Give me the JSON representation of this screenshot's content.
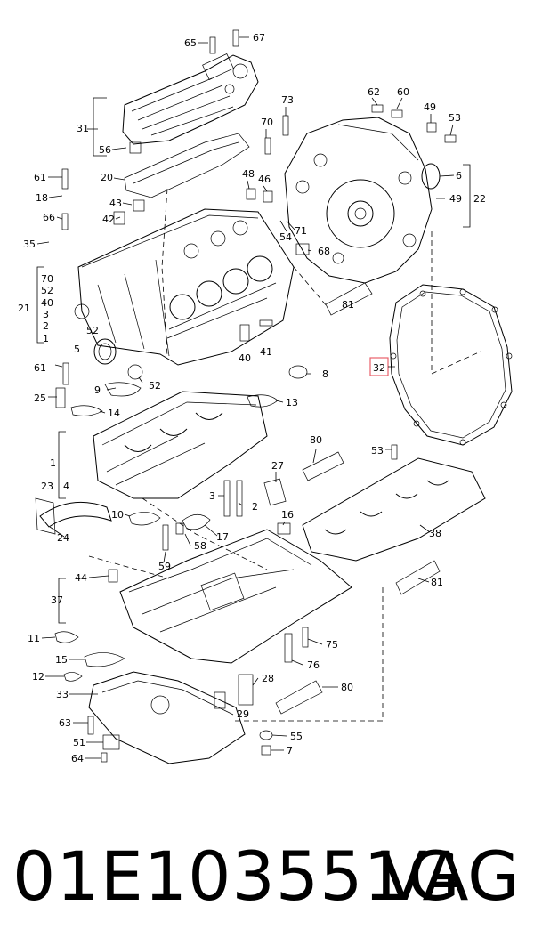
{
  "diagram": {
    "callouts": {
      "c65": "65",
      "c67": "67",
      "c31": "31",
      "c56": "56",
      "c73": "73",
      "c62": "62",
      "c60": "60",
      "c49a": "49",
      "c53a": "53",
      "c70a": "70",
      "c61a": "61",
      "c20": "20",
      "c48": "48",
      "c46": "46",
      "c18": "18",
      "c43": "43",
      "c42": "42",
      "c66": "66",
      "c35": "35",
      "c54": "54",
      "c71": "71",
      "c68": "68",
      "c6": "6",
      "c49b": "49",
      "c22": "22",
      "c70b": "70",
      "c52a": "52",
      "c40a": "40",
      "c3a": "3",
      "c2a": "2",
      "c1a": "1",
      "c21": "21",
      "c52b": "52",
      "c5a": "5",
      "c40b": "40",
      "c41": "41",
      "c81a": "81",
      "c61b": "61",
      "c8": "8",
      "c32": "32",
      "c9": "9",
      "c52c": "52",
      "c25": "25",
      "c14": "14",
      "c13": "13",
      "c80a": "80",
      "c53b": "53",
      "c1b": "1",
      "c4": "4",
      "c27": "27",
      "c3b": "3",
      "c2b": "2",
      "c23": "23",
      "c10": "10",
      "c16": "16",
      "c24": "24",
      "c58": "58",
      "c17": "17",
      "c38": "38",
      "c59": "59",
      "c44": "44",
      "c81b": "81",
      "c37": "37",
      "c11": "11",
      "c75": "75",
      "c15": "15",
      "c76": "76",
      "c12": "12",
      "c28": "28",
      "c80b": "80",
      "c33": "33",
      "c29": "29",
      "c63": "63",
      "c55": "55",
      "c51": "51",
      "c7": "7",
      "c64": "64"
    },
    "highlighted_callout": "c32",
    "highlight_color": "#e8606a"
  },
  "footer": {
    "part_number": "01E103551G",
    "brand": "VAG"
  }
}
